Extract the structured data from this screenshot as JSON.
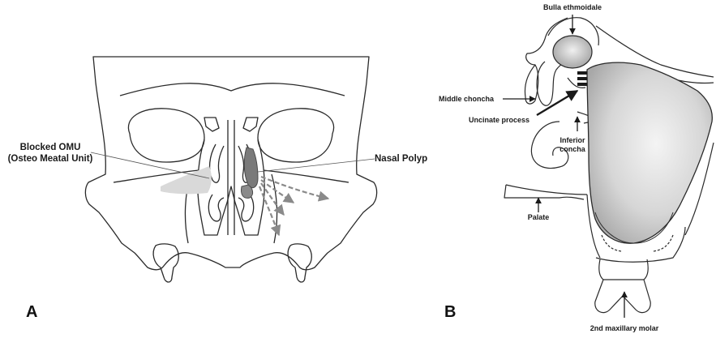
{
  "panel_a": {
    "letter": "A",
    "labels": {
      "blocked_omu_line1": "Blocked OMU",
      "blocked_omu_line2": "(Osteo Meatal Unit)",
      "nasal_polyp": "Nasal Polyp"
    }
  },
  "panel_b": {
    "letter": "B",
    "labels": {
      "bulla": "Bulla ethmoidale",
      "middle_concha": "Middle choncha",
      "uncinate": "Uncinate process",
      "inferior_line1": "Inferior",
      "inferior_line2": "concha",
      "palate": "Palate",
      "molar": "2nd maxillary molar"
    }
  },
  "colors": {
    "outline": "#2a2a2a",
    "polyp": "#7a7a7a",
    "omu_fill": "#d9d9d9",
    "sinus_fill": "#c8c8c8",
    "arrow": "#8a8a8a"
  }
}
